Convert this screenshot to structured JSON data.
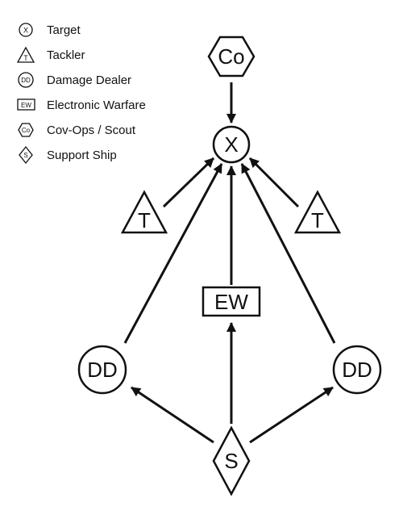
{
  "legend": [
    {
      "symbol": "X",
      "shape": "circle",
      "label": "Target"
    },
    {
      "symbol": "T",
      "shape": "triangle",
      "label": "Tackler"
    },
    {
      "symbol": "DD",
      "shape": "circle",
      "label": "Damage Dealer"
    },
    {
      "symbol": "EW",
      "shape": "rect",
      "label": "Electronic Warfare"
    },
    {
      "symbol": "Co",
      "shape": "hexagon",
      "label": "Cov-Ops / Scout"
    },
    {
      "symbol": "S",
      "shape": "diamond",
      "label": "Support Ship"
    }
  ],
  "nodes": {
    "scout": "Co",
    "target": "X",
    "tackler_left": "T",
    "tackler_right": "T",
    "ewar": "EW",
    "dd_left": "DD",
    "dd_right": "DD",
    "support": "S"
  },
  "edges": [
    {
      "from": "scout",
      "to": "target"
    },
    {
      "from": "tackler_left",
      "to": "target"
    },
    {
      "from": "tackler_right",
      "to": "target"
    },
    {
      "from": "ewar",
      "to": "target"
    },
    {
      "from": "dd_left",
      "to": "target"
    },
    {
      "from": "dd_right",
      "to": "target"
    },
    {
      "from": "support",
      "to": "ewar"
    },
    {
      "from": "support",
      "to": "dd_left"
    },
    {
      "from": "support",
      "to": "dd_right"
    }
  ],
  "colors": {
    "stroke": "#111111",
    "background": "#ffffff"
  }
}
